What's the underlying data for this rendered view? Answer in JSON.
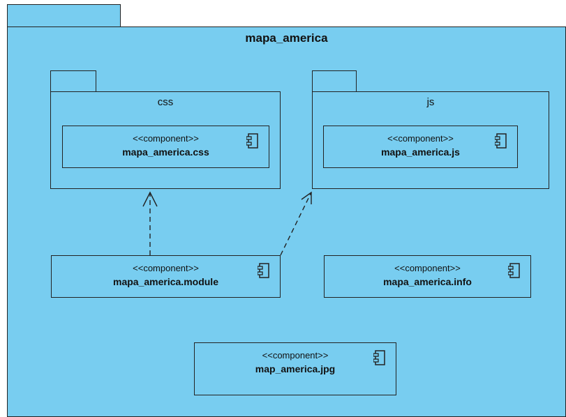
{
  "package": {
    "name": "mapa_america"
  },
  "subpackages": {
    "css": {
      "name": "css"
    },
    "js": {
      "name": "js"
    }
  },
  "components": {
    "css_file": {
      "stereotype": "<<component>>",
      "name": "mapa_america.css"
    },
    "js_file": {
      "stereotype": "<<component>>",
      "name": "mapa_america.js"
    },
    "module_file": {
      "stereotype": "<<component>>",
      "name": "mapa_america.module"
    },
    "info_file": {
      "stereotype": "<<component>>",
      "name": "mapa_america.info"
    },
    "jpg_file": {
      "stereotype": "<<component>>",
      "name": "map_america.jpg"
    }
  },
  "colors": {
    "fill": "#78cdf0",
    "stroke": "#222222"
  },
  "icons": {
    "component": "component-icon"
  }
}
